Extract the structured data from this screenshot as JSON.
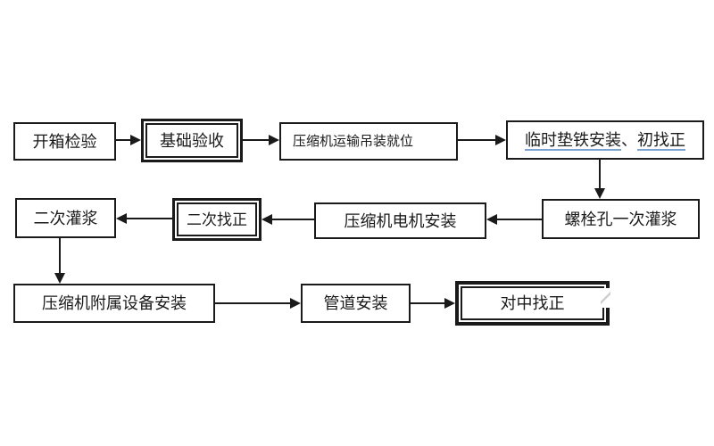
{
  "diagram": {
    "type": "flowchart",
    "background_color": "#ffffff",
    "line_color": "#1a1a1a",
    "underline_color": "#7ba2d0",
    "nodes": [
      {
        "id": "unpacking-inspection",
        "label": "开箱检验",
        "border": "single"
      },
      {
        "id": "foundation-acceptance",
        "label": "基础验收",
        "border": "double"
      },
      {
        "id": "compressor-transport-hoisting",
        "label": "压缩机运输吊装就位",
        "border": "single"
      },
      {
        "id": "temporary-shim-install-initial-alignment",
        "label": "临时垫铁安装、初找正",
        "border": "single",
        "segments": [
          {
            "text": "临时垫铁安装",
            "underlined": true
          },
          {
            "text": "、",
            "underlined": false
          },
          {
            "text": "初找正",
            "underlined": true
          }
        ]
      },
      {
        "id": "bolt-hole-first-grouting",
        "label": "螺栓孔一次灌浆",
        "border": "single"
      },
      {
        "id": "compressor-motor-install",
        "label": "压缩机电机安装",
        "border": "single"
      },
      {
        "id": "secondary-alignment",
        "label": "二次找正",
        "border": "double"
      },
      {
        "id": "secondary-grouting",
        "label": "二次灌浆",
        "border": "single"
      },
      {
        "id": "compressor-auxiliary-equipment-install",
        "label": "压缩机附属设备安装",
        "border": "single"
      },
      {
        "id": "piping-install",
        "label": "管道安装",
        "border": "single"
      },
      {
        "id": "centering-alignment",
        "label": "对中找正",
        "border": "double-thick"
      }
    ],
    "edges": [
      {
        "from": "开箱检验",
        "to": "基础验收",
        "direction": "right"
      },
      {
        "from": "基础验收",
        "to": "压缩机运输吊装就位",
        "direction": "right"
      },
      {
        "from": "压缩机运输吊装就位",
        "to": "临时垫铁安装、初找正",
        "direction": "right"
      },
      {
        "from": "临时垫铁安装、初找正",
        "to": "螺栓孔一次灌浆",
        "direction": "down"
      },
      {
        "from": "螺栓孔一次灌浆",
        "to": "压缩机电机安装",
        "direction": "left"
      },
      {
        "from": "压缩机电机安装",
        "to": "二次找正",
        "direction": "left"
      },
      {
        "from": "二次找正",
        "to": "二次灌浆",
        "direction": "left"
      },
      {
        "from": "二次灌浆",
        "to": "压缩机附属设备安装",
        "direction": "down"
      },
      {
        "from": "压缩机附属设备安装",
        "to": "管道安装",
        "direction": "right"
      },
      {
        "from": "管道安装",
        "to": "对中找正",
        "direction": "right"
      }
    ]
  }
}
